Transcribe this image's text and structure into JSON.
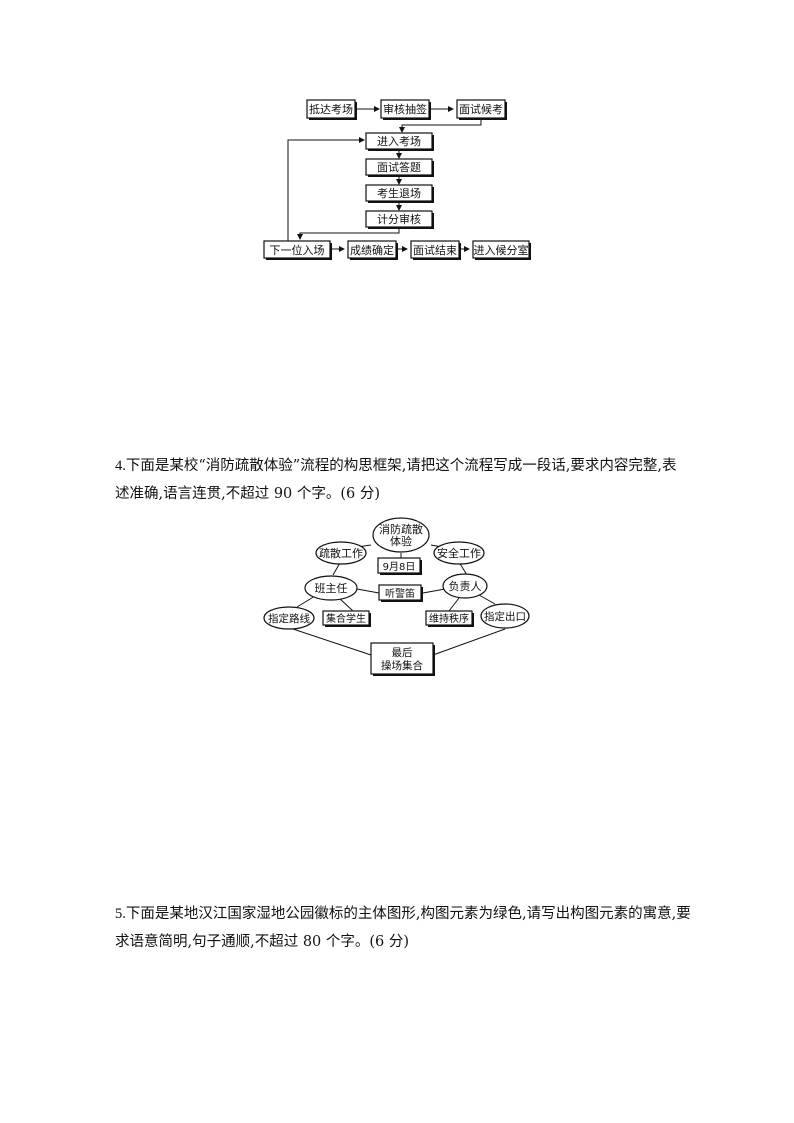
{
  "flowchart1": {
    "arrive": "抵达考场",
    "review": "审核抽签",
    "wait": "面试候考",
    "enter": "进入考场",
    "answer": "面试答题",
    "exit": "考生退场",
    "score": "计分审核",
    "next": "下一位入场",
    "confirm": "成绩确定",
    "end": "面试结束",
    "lounge": "进入候分室"
  },
  "q4": {
    "number": "4.",
    "line1": "下面是某校“消防疏散体验”流程的构思框架,请把这个流程写成一段话,要求内容完整,表",
    "line2": "述准确,语言连贯,不超过 90 个字。(6 分)"
  },
  "diagram2": {
    "center_l1": "消防疏散",
    "center_l2": "体验",
    "date": "9月8日",
    "evac_work": "疏散工作",
    "safety_work": "安全工作",
    "teacher": "班主任",
    "whistle": "听警笛",
    "leader": "负责人",
    "route": "指定路线",
    "gather_students": "集合学生",
    "order": "维持秩序",
    "exit": "指定出口",
    "final_l1": "最后",
    "final_l2": "操场集合"
  },
  "q5": {
    "number": "5.",
    "line1": "下面是某地汉江国家湿地公园徽标的主体图形,构图元素为绿色,请写出构图元素的寓意,要",
    "line2": "求语意简明,句子通顺,不超过 80 个字。(6 分)"
  }
}
